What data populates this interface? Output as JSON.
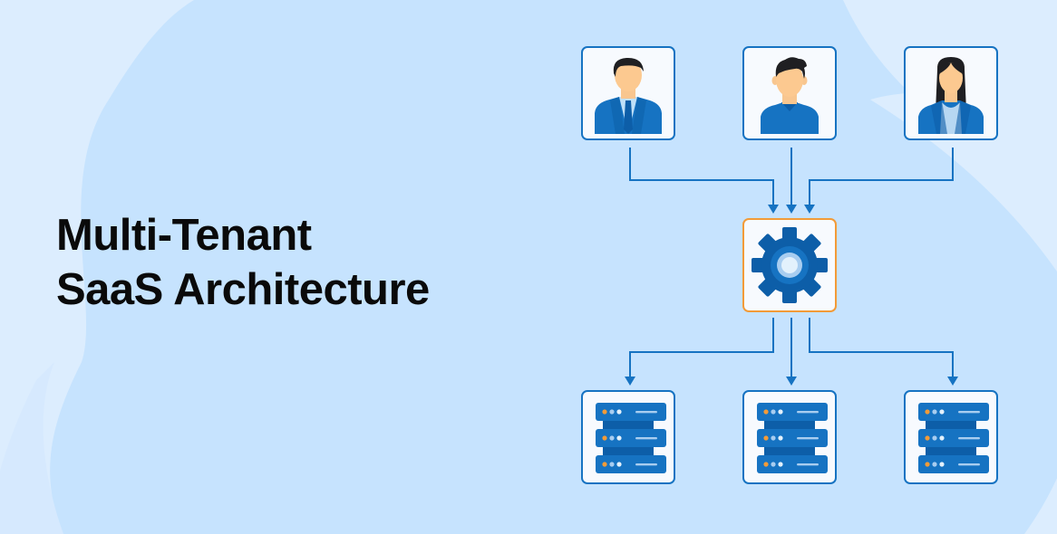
{
  "title": {
    "line1": "Multi-Tenant",
    "line2": "SaaS Architecture"
  },
  "colors": {
    "background_light": "#dcedfe",
    "background_blob": "#c6e3fe",
    "card_border": "#1673c2",
    "hub_border": "#f29b38",
    "arrow": "#1673c2",
    "title_text": "#0a0a0a"
  },
  "diagram": {
    "tenants": [
      {
        "id": "tenant-1",
        "icon": "businessman-avatar-icon"
      },
      {
        "id": "tenant-2",
        "icon": "man-avatar-icon"
      },
      {
        "id": "tenant-3",
        "icon": "businesswoman-avatar-icon"
      }
    ],
    "hub": {
      "id": "application",
      "icon": "gear-icon"
    },
    "databases": [
      {
        "id": "server-1",
        "icon": "server-rack-icon"
      },
      {
        "id": "server-2",
        "icon": "server-rack-icon"
      },
      {
        "id": "server-3",
        "icon": "server-rack-icon"
      }
    ],
    "edges": [
      {
        "from": "tenant-1",
        "to": "application"
      },
      {
        "from": "tenant-2",
        "to": "application"
      },
      {
        "from": "tenant-3",
        "to": "application"
      },
      {
        "from": "application",
        "to": "server-1"
      },
      {
        "from": "application",
        "to": "server-2"
      },
      {
        "from": "application",
        "to": "server-3"
      }
    ]
  }
}
